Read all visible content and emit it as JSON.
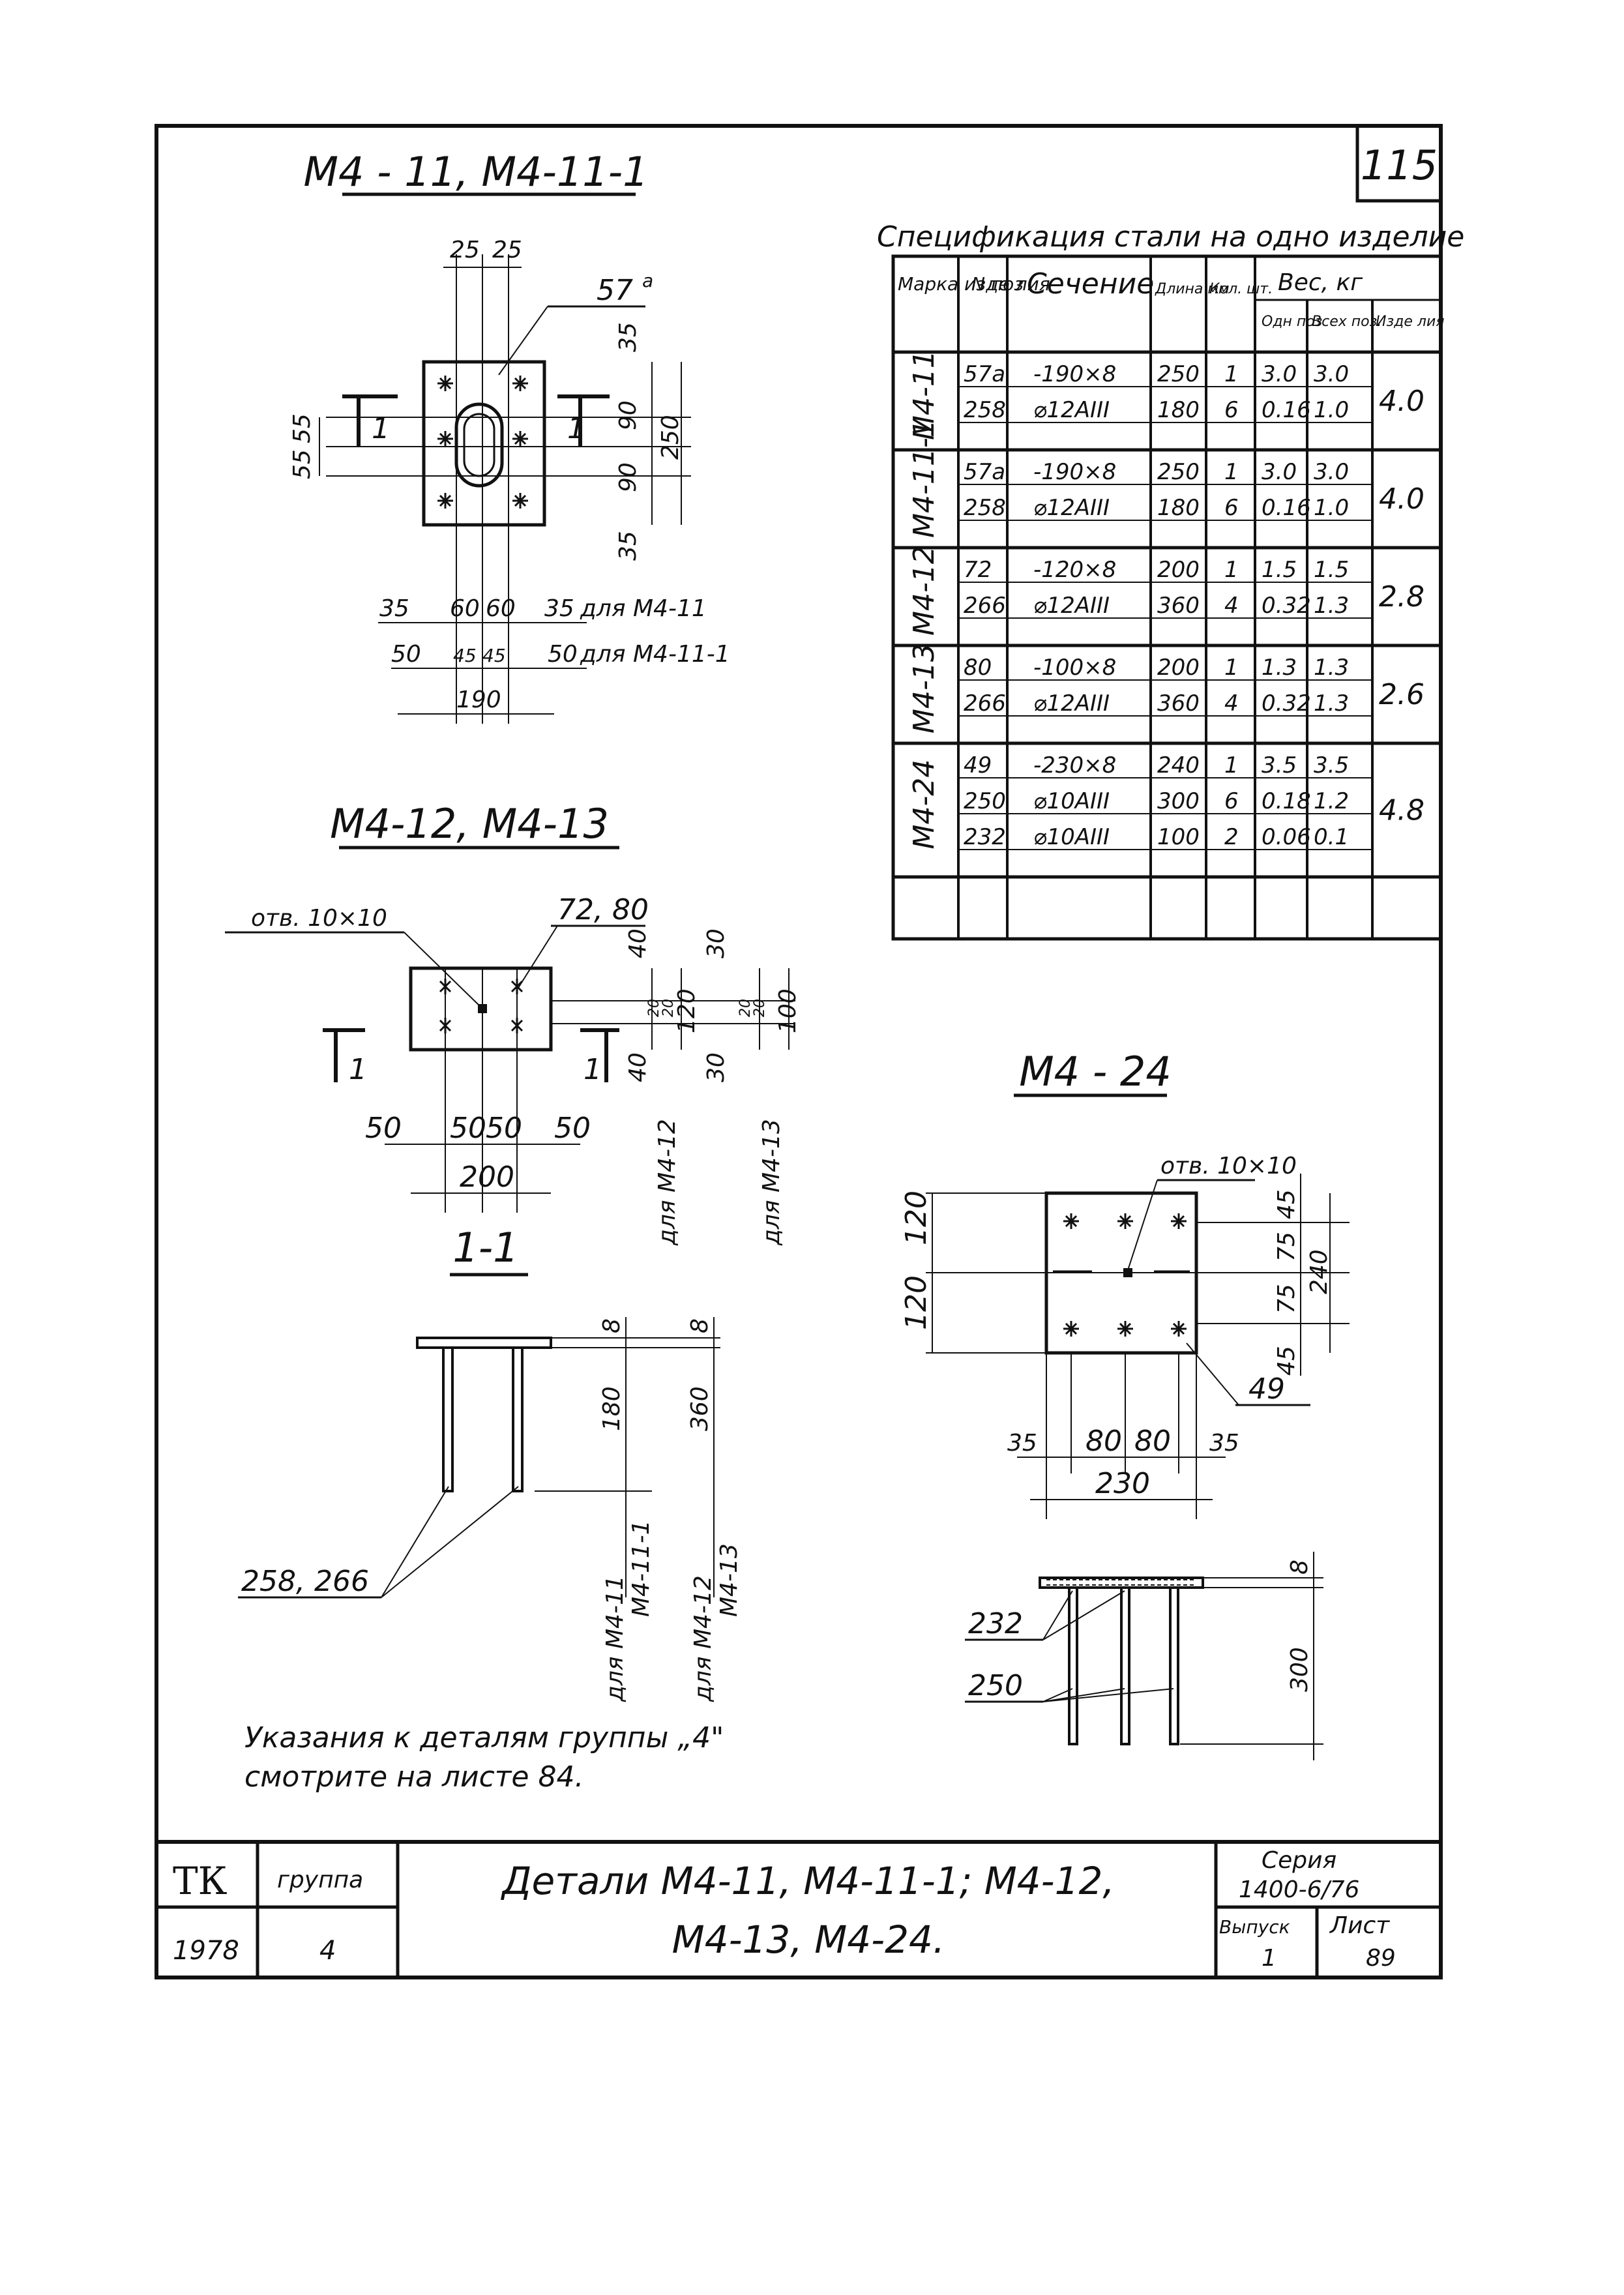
{
  "page_number": "115",
  "views": {
    "m4_11": {
      "title": "М4 - 11, М4-11-1",
      "mark_label": "57",
      "mark_sup": "а",
      "top_dims": [
        "25",
        "25"
      ],
      "right_dims": [
        "35",
        "90",
        "90",
        "35"
      ],
      "right_total": "250",
      "left_dims": [
        "55",
        "55"
      ],
      "section_label": "1",
      "bottom_row1": [
        "35",
        "60",
        "60",
        "35"
      ],
      "bottom_row1_note": "для М4-11",
      "bottom_row2": [
        "50",
        "45",
        "45",
        "50"
      ],
      "bottom_row2_note": "для М4-11-1",
      "bottom_total": "190"
    },
    "m4_12": {
      "title": "М4-12, М4-13",
      "hole_label": "отв. 10×10",
      "mark_label": "72, 80",
      "right_dims_a": [
        "40",
        "20",
        "20",
        "40"
      ],
      "right_total_a": "120",
      "note_a": "для М4-12",
      "right_dims_b": [
        "30",
        "20",
        "20",
        "30"
      ],
      "right_total_b": "100",
      "note_b": "для М4-13",
      "bottom_dims": [
        "50",
        "50",
        "50",
        "50"
      ],
      "bottom_total": "200",
      "section_label": "1"
    },
    "section": {
      "title": "1-1",
      "dim_a": "8",
      "dim_a_len": "180",
      "dim_b": "8",
      "dim_b_len": "360",
      "bars_label": "258, 266",
      "note_a1": "для М4-11",
      "note_a2": "М4-11-1",
      "note_b1": "для М4-12",
      "note_b2": "М4-13"
    },
    "m4_24": {
      "title": "М4 - 24",
      "hole_label": "отв. 10×10",
      "left_dims": [
        "120",
        "120"
      ],
      "right_dims": [
        "45",
        "75",
        "75",
        "45"
      ],
      "right_total": "240",
      "mark_label": "49",
      "bottom_dims": [
        "35",
        "80",
        "80",
        "35"
      ],
      "bottom_total": "230",
      "label_232": "232",
      "label_250": "250",
      "elev_dim_top": "8",
      "elev_dim": "300"
    }
  },
  "spec_table": {
    "caption": "Спецификация стали на одно изделие",
    "headers": {
      "mark": "Марка изде лия",
      "pos": "N поз",
      "section": "Сечение",
      "length": "Длина мм",
      "qty": "Кол. шт.",
      "weight": "Вес, кг",
      "w_one": "Одн поз",
      "w_all": "Всех поз.",
      "w_item": "Изде лия"
    },
    "groups": [
      {
        "mark": "М4-11",
        "item_weight": "4.0",
        "rows": [
          {
            "pos": "57а",
            "section": "-190×8",
            "length": "250",
            "qty": "1",
            "w_one": "3.0",
            "w_all": "3.0"
          },
          {
            "pos": "258",
            "section": "⌀12АIII",
            "length": "180",
            "qty": "6",
            "w_one": "0.16",
            "w_all": "1.0"
          }
        ]
      },
      {
        "mark": "М4-11-1",
        "item_weight": "4.0",
        "rows": [
          {
            "pos": "57а",
            "section": "-190×8",
            "length": "250",
            "qty": "1",
            "w_one": "3.0",
            "w_all": "3.0"
          },
          {
            "pos": "258",
            "section": "⌀12АIII",
            "length": "180",
            "qty": "6",
            "w_one": "0.16",
            "w_all": "1.0"
          }
        ]
      },
      {
        "mark": "М4-12",
        "item_weight": "2.8",
        "rows": [
          {
            "pos": "72",
            "section": "-120×8",
            "length": "200",
            "qty": "1",
            "w_one": "1.5",
            "w_all": "1.5"
          },
          {
            "pos": "266",
            "section": "⌀12АIII",
            "length": "360",
            "qty": "4",
            "w_one": "0.32",
            "w_all": "1.3"
          }
        ]
      },
      {
        "mark": "М4-13",
        "item_weight": "2.6",
        "rows": [
          {
            "pos": "80",
            "section": "-100×8",
            "length": "200",
            "qty": "1",
            "w_one": "1.3",
            "w_all": "1.3"
          },
          {
            "pos": "266",
            "section": "⌀12АIII",
            "length": "360",
            "qty": "4",
            "w_one": "0.32",
            "w_all": "1.3"
          }
        ]
      },
      {
        "mark": "М4-24",
        "item_weight": "4.8",
        "rows": [
          {
            "pos": "49",
            "section": "-230×8",
            "length": "240",
            "qty": "1",
            "w_one": "3.5",
            "w_all": "3.5"
          },
          {
            "pos": "250",
            "section": "⌀10АIII",
            "length": "300",
            "qty": "6",
            "w_one": "0.18",
            "w_all": "1.2"
          },
          {
            "pos": "232",
            "section": "⌀10АIII",
            "length": "100",
            "qty": "2",
            "w_one": "0.06",
            "w_all": "0.1"
          }
        ]
      }
    ]
  },
  "note": {
    "line1": "Указания к деталям группы „4\"",
    "line2": "смотрите на листе 84."
  },
  "stamp": {
    "org": "ТК",
    "year": "1978",
    "group_label": "группа",
    "group_value": "4",
    "title_line1": "Детали М4-11, М4-11-1; М4-12,",
    "title_line2": "М4-13, М4-24.",
    "series_label": "Серия",
    "series_value": "1400-6/76",
    "issue_label": "Выпуск",
    "issue_value": "1",
    "sheet_label": "Лист",
    "sheet_value": "89"
  }
}
